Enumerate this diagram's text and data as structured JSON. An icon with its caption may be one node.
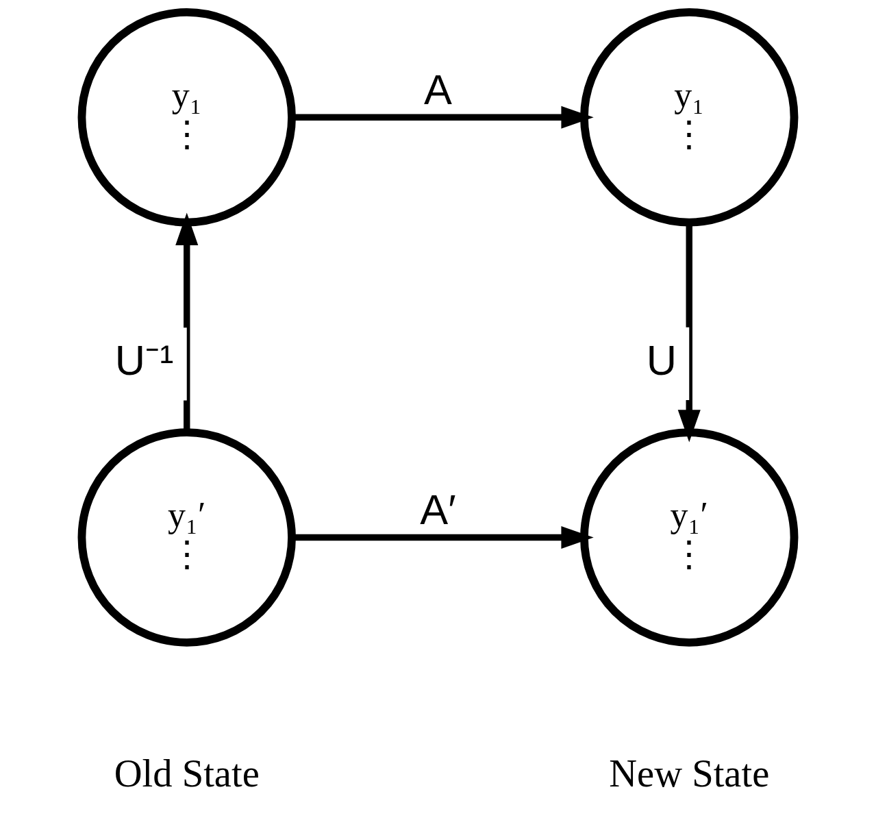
{
  "diagram": {
    "nodes": [
      {
        "text": [
          "y₁",
          "⋮"
        ]
      },
      {
        "text": [
          "y₁",
          "⋮"
        ]
      },
      {
        "text": [
          "y₁′",
          "⋮"
        ]
      },
      {
        "text": [
          "y₁′",
          "⋮"
        ]
      }
    ],
    "edges": [
      {
        "from": 0,
        "to": 1,
        "arrow": "to",
        "label": "A"
      },
      {
        "from": 1,
        "to": 3,
        "arrow": "to",
        "label": "U"
      },
      {
        "from": 2,
        "to": 0,
        "arrow": "to",
        "label": "U⁻¹"
      },
      {
        "from": 2,
        "to": 3,
        "arrow": "to",
        "label": "A′"
      }
    ],
    "labels": [
      "Old State",
      "New State"
    ]
  }
}
